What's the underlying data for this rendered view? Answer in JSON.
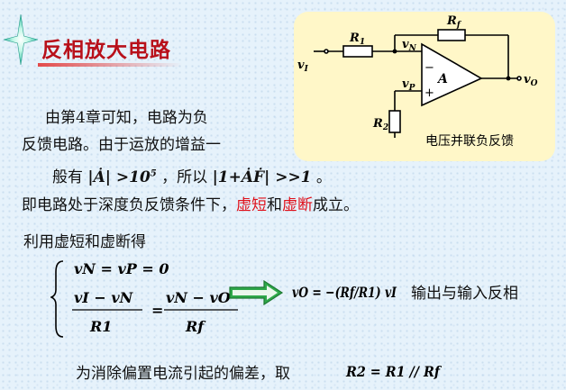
{
  "slide": {
    "title": "反相放大电路",
    "para1_line1": "由第4章可知，电路为负",
    "para1_line2": "反馈电路。由于运放的增益一",
    "para1_line3_a": "般有",
    "para1_line3_b": "，所以",
    "para1_line3_c": "。",
    "para2_prefix": "即电路处于深度负反馈条件下，",
    "para2_virtual_short": "虚短",
    "para2_and": "和",
    "para2_virtual_break": "虚断",
    "para2_suffix": "成立。",
    "para3": "利用虚短和虚断得",
    "io_label": "输出与输入反相",
    "para4": "为消除偏置电流引起的偏差，取"
  },
  "circuit": {
    "caption": "电压并联负反馈",
    "labels": {
      "rf": "R",
      "rf_sub": "f",
      "r1": "R",
      "r1_sub": "1",
      "r2": "R",
      "r2_sub": "2",
      "vi": "v",
      "vi_sub": "I",
      "vn": "v",
      "vn_sub": "N",
      "vp": "v",
      "vp_sub": "P",
      "vo": "v",
      "vo_sub": "O",
      "amp": "A",
      "minus": "−",
      "plus": "+"
    }
  },
  "math": {
    "gain_cond": "|Ȧ| >10",
    "gain_exp": "5",
    "loop_cond": "|1+ȦḞ| >>1",
    "eq1": "vN = vP = 0",
    "eq2_num_left": "vI − vN",
    "eq2_den_left": "R1",
    "eq2_num_right": "vN − vO",
    "eq2_den_right": "Rf",
    "vo_eq": "vO = −(Rf/R1) vI",
    "r2_eq": "R2 = R1 // Rf"
  },
  "colors": {
    "title": "#b8101a",
    "highlight": "#e0101a",
    "arrow": "#2ea84a",
    "circuit_bg": "#fff7c8",
    "page_bg": "#e6f2fb"
  },
  "icons": [
    "star-sparkle-icon",
    "right-arrow-icon"
  ]
}
